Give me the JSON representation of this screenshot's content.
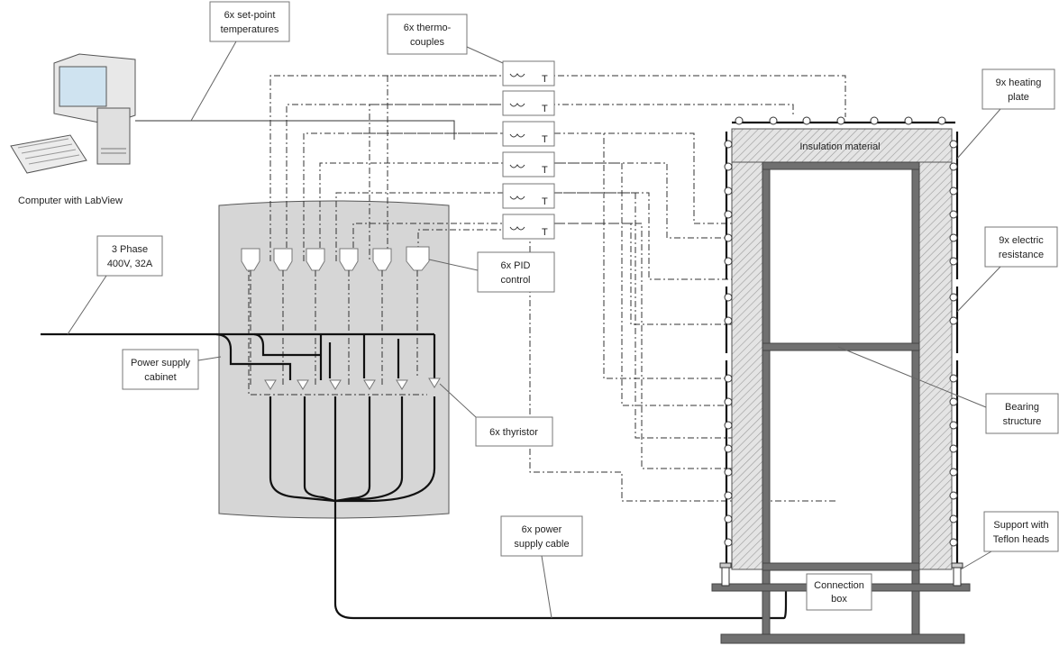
{
  "labels": {
    "setpoint": [
      "6x set-point",
      "temperatures"
    ],
    "thermocouples": [
      "6x thermo-",
      "couples"
    ],
    "heating_plate": [
      "9x heating",
      "plate"
    ],
    "computer": "Computer with LabView",
    "insulation": "Insulation material",
    "three_phase": [
      "3 Phase",
      "400V, 32A"
    ],
    "electric_resistance": [
      "9x electric",
      "resistance"
    ],
    "pid": [
      "6x PID",
      "control"
    ],
    "power_cabinet": [
      "Power supply",
      "cabinet"
    ],
    "bearing": [
      "Bearing",
      "structure"
    ],
    "thyristor": "6x thyristor",
    "power_cable": [
      "6x power",
      "supply cable"
    ],
    "support": [
      "Support with",
      "Teflon heads"
    ],
    "connection_box": [
      "Connection",
      "box"
    ],
    "thermocouple_symbol": "T"
  },
  "counts": {
    "pid_controllers": 6,
    "thyristors": 6,
    "thermocouples": 6
  },
  "colors": {
    "cabinet": "#d6d6d6",
    "frame": "#707070",
    "insulation_hatch": "#999999"
  }
}
